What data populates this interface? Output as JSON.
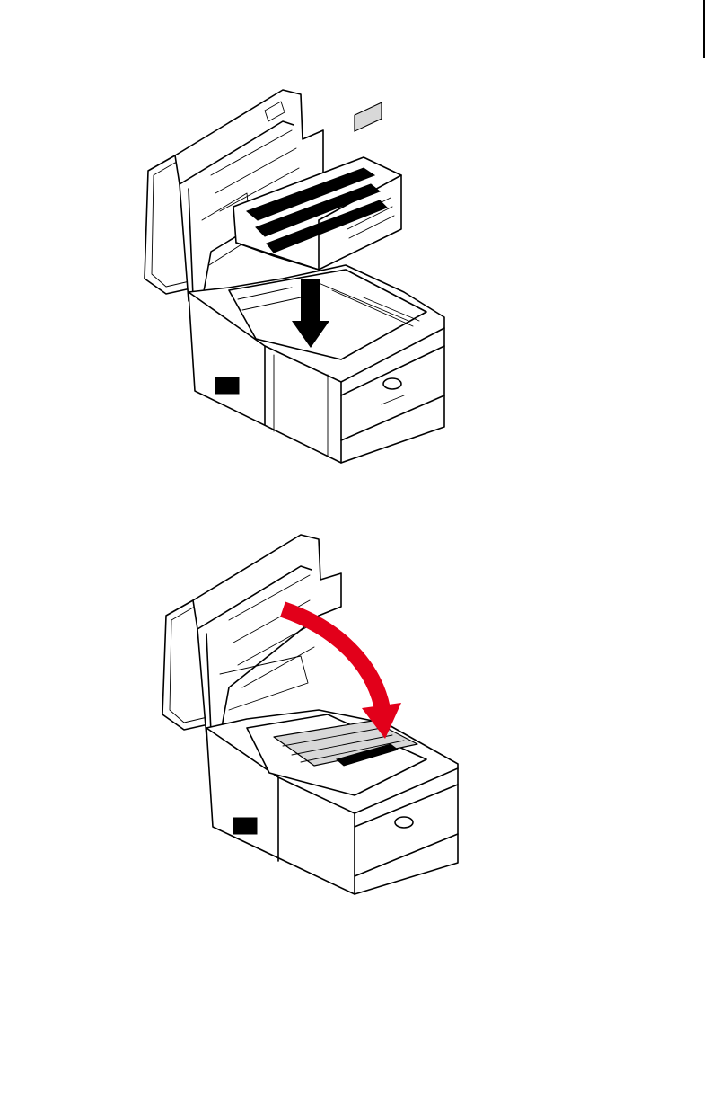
{
  "page": {
    "width": 792,
    "height": 1224
  },
  "figures": [
    {
      "id": "step-insert-drum",
      "depicts": "printer-open-top-with-image-drum-assembly",
      "arrow_icon": "down-arrow-icon",
      "arrow_color": "#000000"
    },
    {
      "id": "step-close-top-cover",
      "depicts": "printer-open-top-with-drums-installed",
      "arrow_icon": "curved-arrow-icon",
      "arrow_color": "#e2001a"
    }
  ],
  "colors": {
    "line": "#000000",
    "background": "#ffffff",
    "accent_red": "#e2001a"
  }
}
